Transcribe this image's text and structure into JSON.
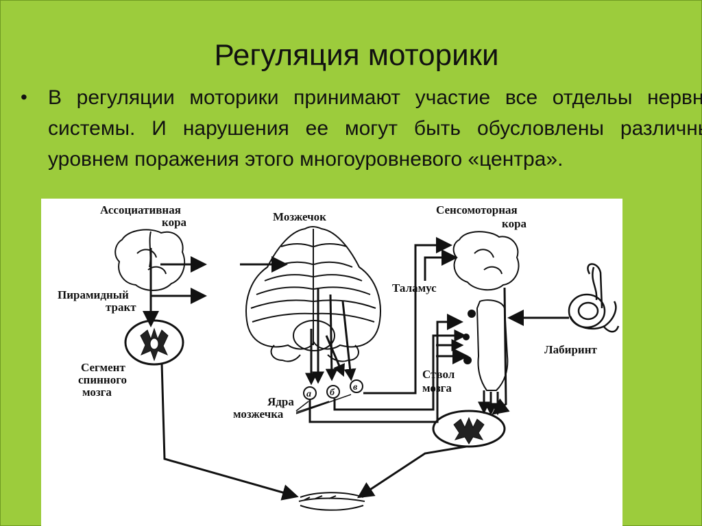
{
  "slide": {
    "title": "Регуляция моторики",
    "bullet": "В регуляции моторики принимают участие все отдельы нервной системы. И нарушения ее могут быть обусловлены различным уровнем поражения этого многоуровневого «центра».",
    "bullet_color": "#111111",
    "background": "#9ccc3c"
  },
  "figure": {
    "labels": {
      "assoc_line1": "Ассоциативная",
      "assoc_line2": "кора",
      "pyramid_line1": "Пирамидный",
      "pyramid_line2": "тракт",
      "segment_line1": "Сегмент",
      "segment_line2": "спинного",
      "segment_line3": "мозга",
      "cerebellum": "Мозжечок",
      "nuclei_line1": "Ядра",
      "nuclei_line2": "мозжечка",
      "nucleus_a": "а",
      "nucleus_b": "б",
      "nucleus_v": "в",
      "sensorimotor_line1": "Сенсомоторная",
      "sensorimotor_line2": "кора",
      "thalamus": "Таламус",
      "stem_line1": "Ствол",
      "stem_line2": "мозга",
      "labyrinth": "Лабиринт"
    }
  }
}
